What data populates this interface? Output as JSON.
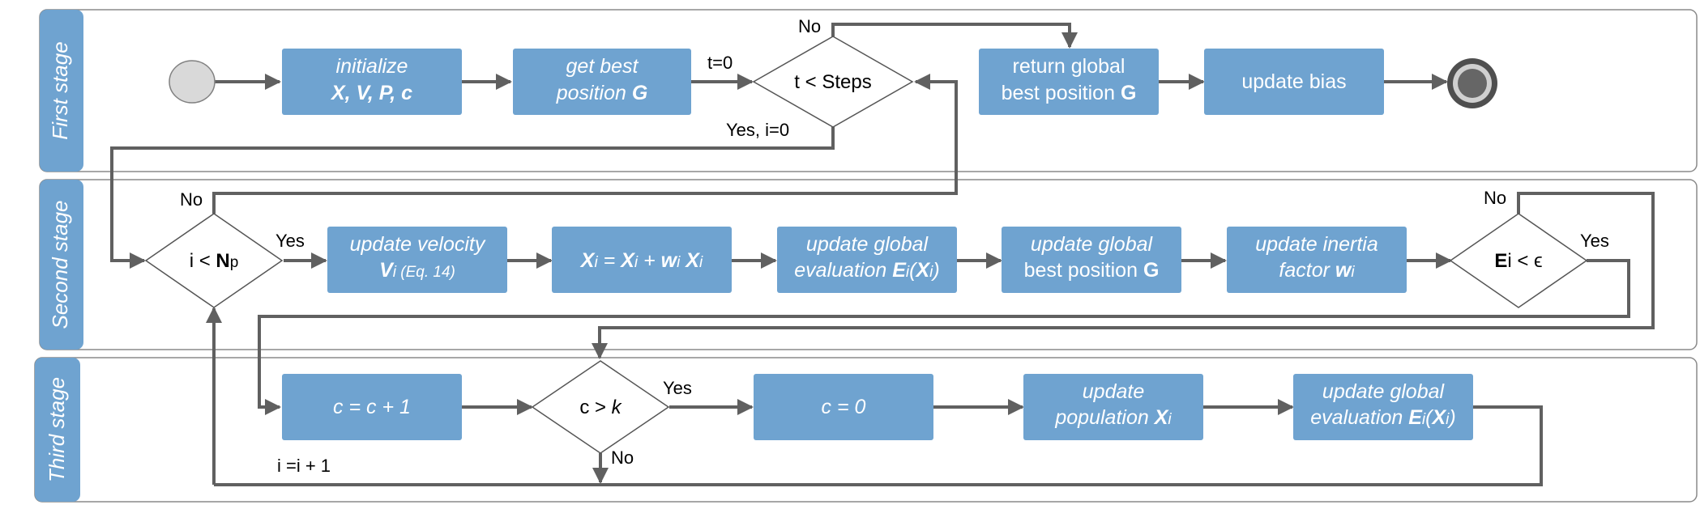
{
  "lanes": {
    "first": "First stage",
    "second": "Second stage",
    "third": "Third stage"
  },
  "nodes": {
    "initialize": {
      "line1": "initialize",
      "line2": "X, V, P, c"
    },
    "get_best": {
      "line1": "get best",
      "line2a": "position ",
      "line2b": "G"
    },
    "t_steps": "t < Steps",
    "return_global": {
      "line1": "return global",
      "line2a": "best position ",
      "line2b": "G"
    },
    "update_bias": "update bias",
    "i_np": {
      "a": "i < ",
      "b": "N",
      "c": "p"
    },
    "update_velocity": {
      "line1": "update velocity",
      "v": "V",
      "i": "i",
      "eq": " (Eq. 14)"
    },
    "x_update": {
      "x1": "X",
      "i1": "i",
      "eq": " = ",
      "x2": "X",
      "i2": "i",
      "plus": " + ",
      "w": "w",
      "i3": "i",
      "sp": " ",
      "x3": "X",
      "i4": "i"
    },
    "update_global_eval": {
      "line1": "update global",
      "pre": "evaluation ",
      "e": "E",
      "i": "i",
      "op": "(",
      "x": "X",
      "xi": "i",
      "cp": ")"
    },
    "update_global_best": {
      "line1": "update global",
      "line2a": "best position ",
      "line2b": "G"
    },
    "update_inertia": {
      "line1": "update inertia",
      "pre": "factor ",
      "w": "w",
      "i": "i"
    },
    "e_eps": {
      "e": "E",
      "rest": "i < ϵ"
    },
    "c_inc": "c = c + 1",
    "c_k": {
      "a": "c > ",
      "b": "k"
    },
    "c_zero": "c = 0",
    "update_population": {
      "line1": "update",
      "pre": "population ",
      "x": "X",
      "i": "i"
    },
    "update_global_eval2": {
      "line1": "update global",
      "pre": "evaluation ",
      "e": "E",
      "i": "i",
      "op": "(",
      "x": "X",
      "xi": "i",
      "cp": ")"
    }
  },
  "edge_labels": {
    "t0": "t=0",
    "no_top": "No",
    "yes_i0": "Yes, i=0",
    "no_np": "No",
    "yes_np": "Yes",
    "no_eps": "No",
    "yes_eps": "Yes",
    "yes_ck": "Yes",
    "no_ck": "No",
    "i_inc": "i =i + 1"
  },
  "colors": {
    "box": "#6fa3d0",
    "lane_tab": "#6fa3d0",
    "edge": "#606060",
    "start_node": "#d9d9d9"
  }
}
